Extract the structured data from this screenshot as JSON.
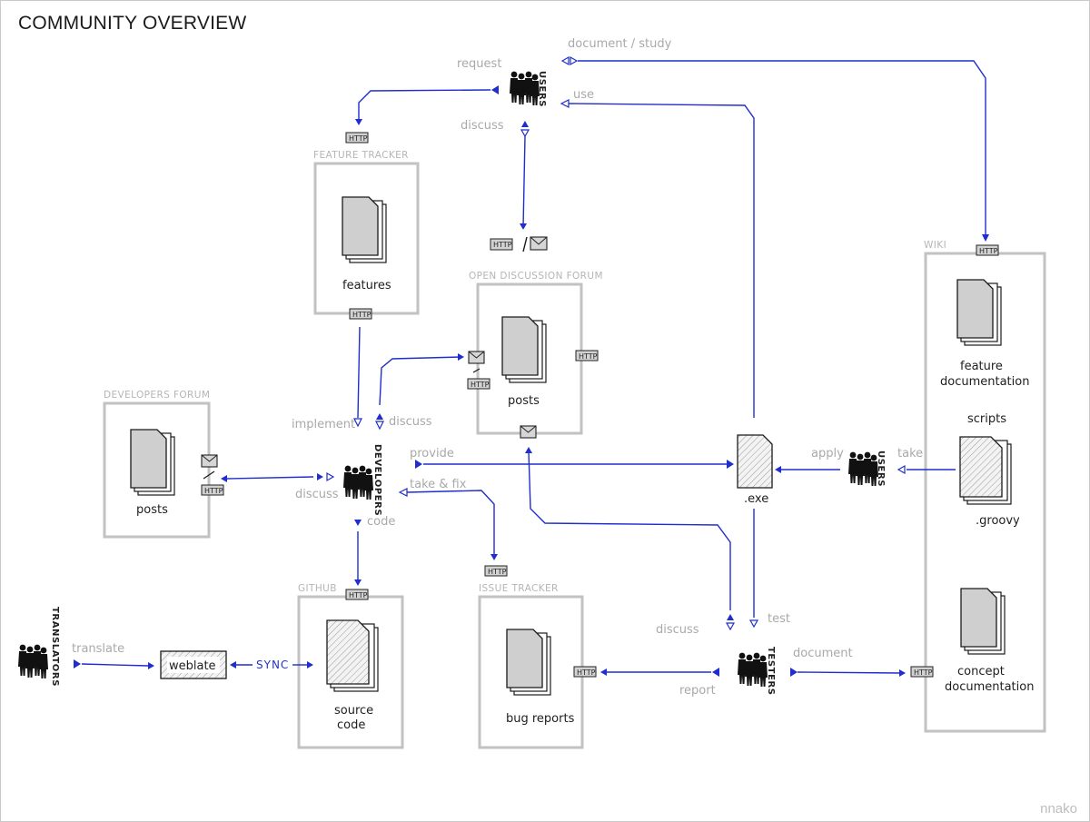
{
  "title": "COMMUNITY OVERVIEW",
  "signature": "nnako",
  "badge_text": "HTTP",
  "containers": {
    "feature_tracker": {
      "label": "FEATURE TRACKER",
      "item": "features"
    },
    "open_forum": {
      "label": "OPEN DISCUSSION FORUM",
      "item": "posts"
    },
    "developers_forum": {
      "label": "DEVELOPERS FORUM",
      "item": "posts"
    },
    "github": {
      "label": "GITHUB",
      "item_line1": "source",
      "item_line2": "code"
    },
    "issue_tracker": {
      "label": "ISSUE TRACKER",
      "item": "bug reports"
    },
    "wiki": {
      "label": "WIKI",
      "feature_doc_line1": "feature",
      "feature_doc_line2": "documentation",
      "scripts": "scripts",
      "groovy": ".groovy",
      "concept_doc_line1": "concept",
      "concept_doc_line2": "documentation"
    }
  },
  "actors": {
    "users_top": "USERS",
    "users_right": "USERS",
    "developers": "DEVELOPERS",
    "testers": "TESTERS",
    "translators": "TRANSLATORS"
  },
  "executable": ".exe",
  "weblate": "weblate",
  "sync": "SYNC",
  "edge_labels": {
    "request": "request",
    "document_study": "document / study",
    "use": "use",
    "discuss_users": "discuss",
    "implement": "implement",
    "discuss_dev_forum": "discuss",
    "provide": "provide",
    "discuss_dev": "discuss",
    "take_fix": "take & fix",
    "code": "code",
    "apply": "apply",
    "take": "take",
    "discuss_testers": "discuss",
    "test": "test",
    "document": "document",
    "report": "report",
    "translate": "translate"
  }
}
